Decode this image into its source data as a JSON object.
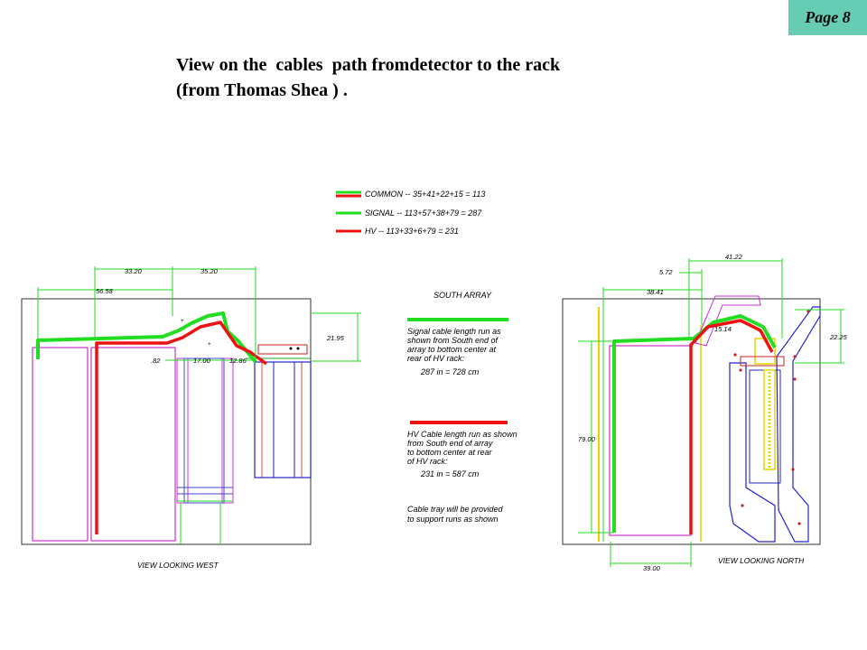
{
  "page": {
    "label": "Page 8"
  },
  "title": {
    "line1": "View on the  cables  path fromdetector to the rack",
    "line2": "(from Thomas Shea ) ."
  },
  "legend": {
    "common": "COMMON  --  35+41+22+15  =  113",
    "signal": "SIGNAL  --  113+57+38+79  =  287",
    "hv": "HV  --  113+33+6+79  =  231"
  },
  "notes": {
    "heading": "SOUTH ARRAY",
    "signal_lines": [
      "Signal cable length run as",
      "shown from South end of",
      "array to bottom center at",
      "rear of HV rack:"
    ],
    "signal_result": "287 in  =  728 cm",
    "hv_lines": [
      "HV Cable length run as shown",
      "from South end of array",
      "to bottom center at rear",
      "of HV rack:"
    ],
    "hv_result": "231 in  =  587 cm",
    "tray_lines": [
      "Cable tray will be provided",
      "to support runs as shown"
    ]
  },
  "west_view": {
    "caption": "VIEW LOOKING WEST",
    "dims": {
      "d1": "33.20",
      "d2": "35.20",
      "d3": "56.58",
      "d4": "21.95",
      "d5": ".82",
      "d6": "17.00",
      "d7": "12.86"
    }
  },
  "north_view": {
    "caption": "VIEW LOOKING NORTH",
    "dims": {
      "d1": "41.22",
      "d2": "5.72",
      "d3": "38.41",
      "d4": "15.14",
      "d5": "22.25",
      "d6": "79.00",
      "d7": "39.00"
    }
  },
  "colors": {
    "signal": "#22dd22",
    "hv": "#ee1111",
    "badge": "#66ccb3"
  }
}
